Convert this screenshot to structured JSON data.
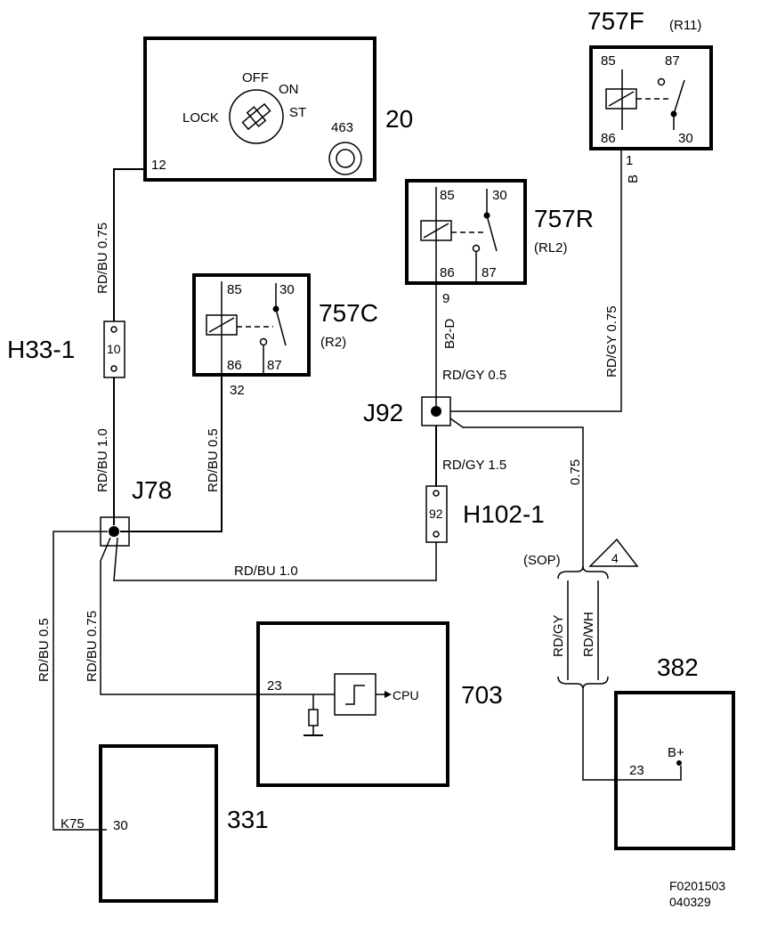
{
  "ignition_switch": {
    "id": "20",
    "pin": "12",
    "pos_off": "OFF",
    "pos_on": "ON",
    "pos_st": "ST",
    "pos_lock": "LOCK",
    "sub_id": "463"
  },
  "relay_757F": {
    "id": "757F",
    "sub": "(R11)",
    "p85": "85",
    "p87": "87",
    "p86": "86",
    "p30": "30"
  },
  "relay_757R": {
    "id": "757R",
    "sub": "(RL2)",
    "p85": "85",
    "p30": "30",
    "p86": "86",
    "p87": "87"
  },
  "relay_757C": {
    "id": "757C",
    "sub": "(R2)",
    "p85": "85",
    "p30": "30",
    "p86": "86",
    "p87": "87"
  },
  "fuses": {
    "h33": {
      "id": "H33-1",
      "num": "10"
    },
    "h102": {
      "id": "H102-1",
      "num": "92"
    }
  },
  "junctions": {
    "j78": "J78",
    "j92": "J92"
  },
  "module_703": {
    "id": "703",
    "pin": "23",
    "cpu": "CPU"
  },
  "module_331": {
    "id": "331",
    "pin": "30",
    "conn": "K75"
  },
  "module_382": {
    "id": "382",
    "pin": "23",
    "bplus": "B+"
  },
  "wires": {
    "w_12": "RD/BU 0.75",
    "w_h33": "RD/BU 1.0",
    "w_c": "RD/BU 0.5",
    "w_bottom": "RD/BU 1.0",
    "w_left1": "RD/BU 0.5",
    "w_left2": "RD/BU 0.75",
    "w_r9": "RD/GY 0.5",
    "w_j92": "RD/GY 1.5",
    "w_f": "RD/GY 0.75",
    "w_075": "0.75",
    "w_rdgy": "RD/GY",
    "w_rdwh": "RD/WH"
  },
  "pins": {
    "p1": "1",
    "pB": "B",
    "p9": "9",
    "pB2D": "B2-D",
    "p32": "32"
  },
  "sop": "(SOP)",
  "note_num": "4",
  "figure_id": "F0201503",
  "figure_date": "040329"
}
